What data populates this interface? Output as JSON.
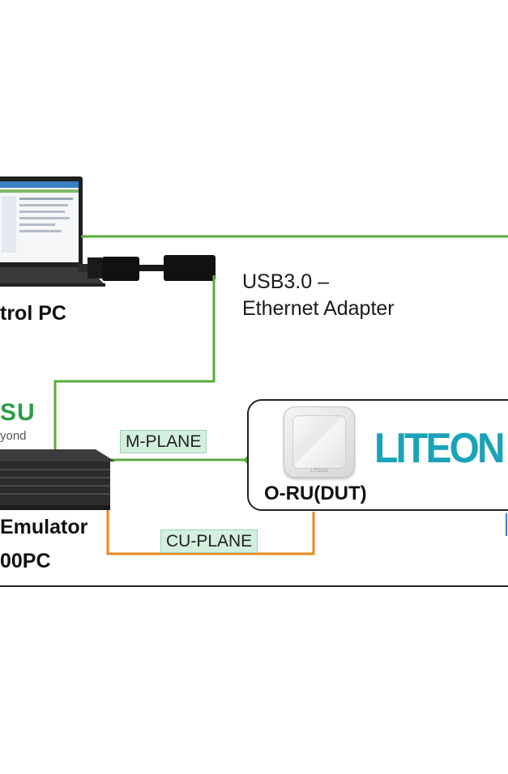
{
  "colors": {
    "ethernet_green": "#5aab3c",
    "cu_plane_orange": "#e8891e",
    "liteon_teal": "#1aa3b8",
    "brand_green": "#2a9d44",
    "tag_fill": "#d3f0df"
  },
  "control_pc": {
    "label": "trol PC"
  },
  "usb_adapter": {
    "label_line1": "USB3.0 –",
    "label_line2": "Ethernet Adapter"
  },
  "emulator": {
    "brand_text": "SU",
    "brand_tagline": "yond",
    "label_line1": "Emulator",
    "label_line2": "00PC"
  },
  "links": {
    "m_plane": "M-PLANE",
    "cu_plane": "CU-PLANE"
  },
  "oru": {
    "label": "O-RU(DUT)",
    "vendor_logo": "LITEON",
    "device_mark": "LITEON"
  }
}
